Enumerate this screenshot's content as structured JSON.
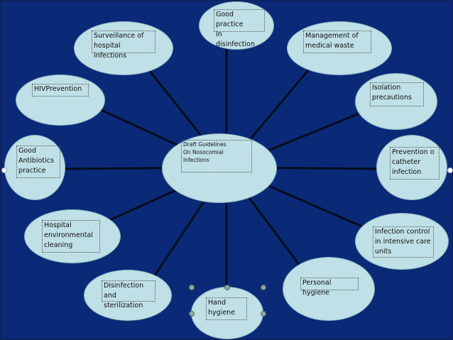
{
  "diagram": {
    "center": "Draft Guidelines\nOn Nosocomial\nInfections",
    "nodes": [
      {
        "id": "disinfection",
        "label": "Good practice\nin disinfection"
      },
      {
        "id": "waste",
        "label": "Management of\nmedical waste"
      },
      {
        "id": "isolation",
        "label": "Isolation\nprecautions"
      },
      {
        "id": "catheter",
        "label": "Prevention o\ncatheter\ninfection"
      },
      {
        "id": "icu",
        "label": "Infection control\nin intensive care\nunits"
      },
      {
        "id": "personal",
        "label": "Personal hygiene"
      },
      {
        "id": "hand",
        "label": "Hand\nhygiene"
      },
      {
        "id": "sterilization",
        "label": "Disinfection and\nsterilization"
      },
      {
        "id": "environment",
        "label": "Hospital\nenvironmental\ncleaning"
      },
      {
        "id": "antibiotics",
        "label": "Good\nAntibiotics\npractice"
      },
      {
        "id": "hiv",
        "label": "HIVPrevention"
      },
      {
        "id": "surveillance",
        "label": "Surveillance of\nhospital infections"
      }
    ]
  },
  "colors": {
    "background": "#0a2a78",
    "node_fill": "#bfe0e6",
    "connector": "#050d1e"
  }
}
